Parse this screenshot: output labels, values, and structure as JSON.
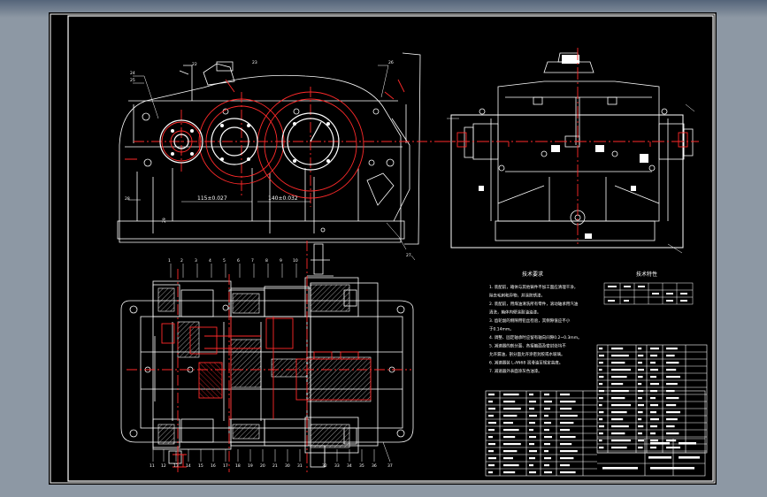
{
  "drawing": {
    "dimension_labels": {
      "center_distance_1": "115±0.027",
      "center_distance_2": "140±0.032"
    },
    "tech_requirements": {
      "title": "技术要求",
      "lines": [
        "1. 装配前，箱体与其他铸件不加工面应清理干净，",
        "   除去毛刺和异物，并涂防锈漆。",
        "2. 装配前，用煤油清洗所有零件，滚动轴承用汽油",
        "   清洗，箱体内壁涂耐油油漆。",
        "3. 齿轮副的侧隙用铅丝检验，其侧隙值应不小",
        "   于0.14mm。",
        "4. 调整、固定轴承时应留有轴向间隙0.2~0.3mm。",
        "5. 减速器的剖分面、各接触面及密封处均不",
        "   允许漏油，剖分面允许涂密封胶或水玻璃。",
        "6. 减速器装 L-AN68 润滑油至规定高度。",
        "7. 减速器外表面涂灰色油漆。"
      ]
    },
    "tech_characteristics": {
      "title": "技术特性"
    }
  }
}
